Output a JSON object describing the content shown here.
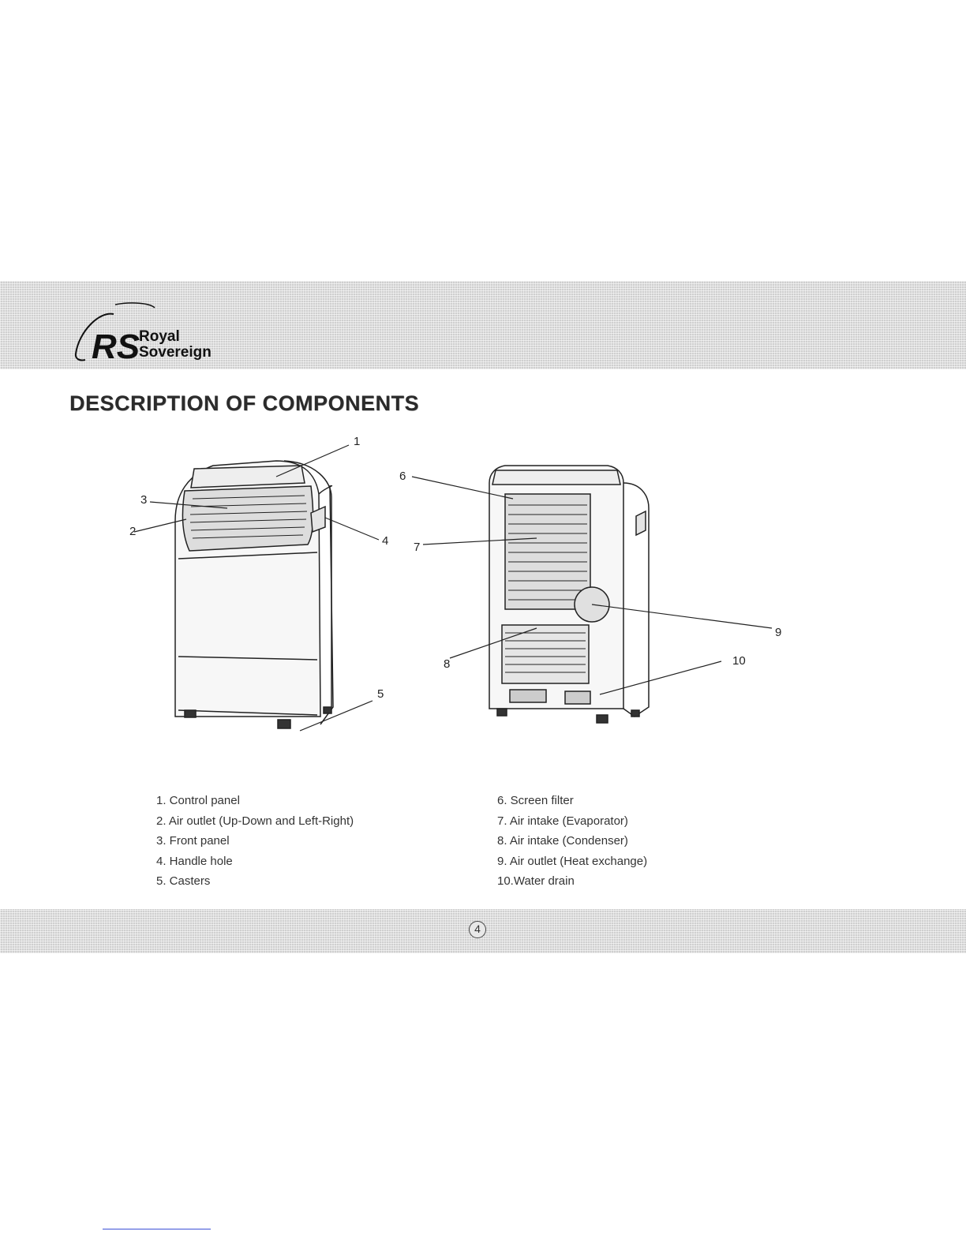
{
  "header": {
    "logo": {
      "mark": "RS",
      "line1": "Royal",
      "line2": "Sovereign"
    }
  },
  "title": "DESCRIPTION OF COMPONENTS",
  "callouts": [
    "1",
    "2",
    "3",
    "4",
    "5",
    "6",
    "7",
    "8",
    "9",
    "10"
  ],
  "parts_left": [
    "1. Control panel",
    "2. Air outlet (Up-Down and Left-Right)",
    "3. Front panel",
    "4. Handle hole",
    "5. Casters"
  ],
  "parts_right": [
    "6. Screen filter",
    "7. Air intake (Evaporator)",
    "8. Air intake (Condenser)",
    "9. Air outlet (Heat exchange)",
    "10.Water drain"
  ],
  "footer": {
    "page_number": "4"
  },
  "colors": {
    "band": "#cfcfcf",
    "text": "#1a1a1a",
    "link_rule": "#3b4fd6"
  }
}
